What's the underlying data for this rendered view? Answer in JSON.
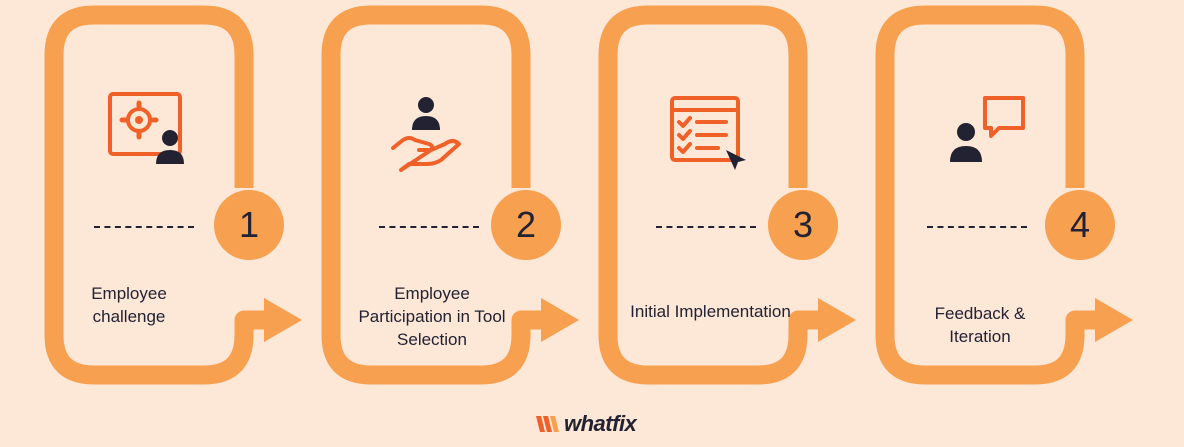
{
  "colors": {
    "background": "#fde7d7",
    "accent_orange": "#f7a04f",
    "icon_orange": "#f0612a",
    "text_dark": "#222233"
  },
  "steps": [
    {
      "number": "1",
      "label": "Employee challenge",
      "icon": "gear-user-icon"
    },
    {
      "number": "2",
      "label": "Employee Participation in Tool Selection",
      "icon": "hand-user-icon"
    },
    {
      "number": "3",
      "label": "Initial Implementation",
      "icon": "checklist-cursor-icon"
    },
    {
      "number": "4",
      "label": "Feedback & Iteration",
      "icon": "user-chat-icon"
    }
  ],
  "footer": {
    "logo_text": "whatfix"
  }
}
